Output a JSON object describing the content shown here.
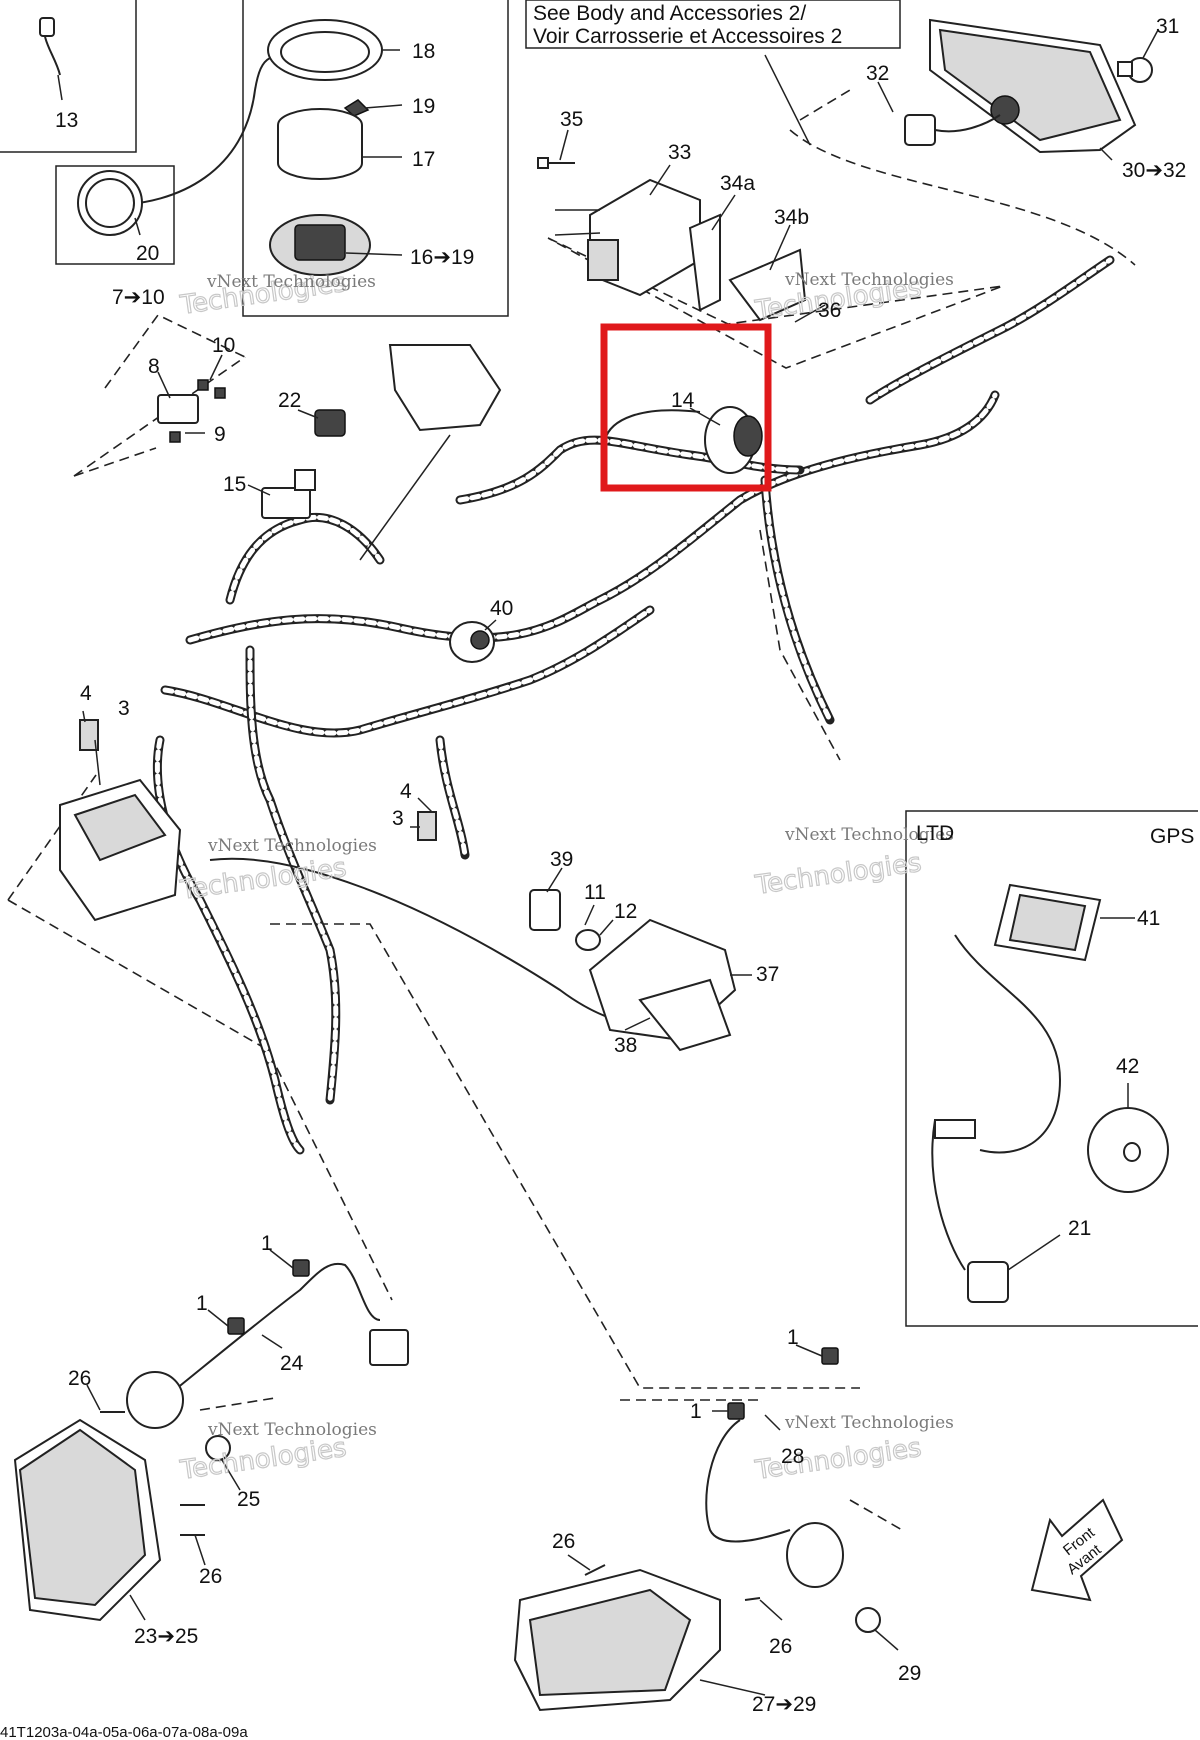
{
  "note": {
    "line1": "See Body and Accessories 2/",
    "line2": "Voir Carrosserie et Accessoires 2"
  },
  "inset": {
    "ltd": "LTD",
    "gps": "GPS"
  },
  "watermark": {
    "line1": "vNext Technologies",
    "line2": "Technologies"
  },
  "front_arrow": {
    "line1": "Front",
    "line2": "Avant"
  },
  "reference_code": "41T1203a-04a-05a-06a-07a-08a-09a",
  "callouts": [
    {
      "id": "c13",
      "text": "13"
    },
    {
      "id": "c18",
      "text": "18"
    },
    {
      "id": "c19",
      "text": "19"
    },
    {
      "id": "c17",
      "text": "17"
    },
    {
      "id": "c20",
      "text": "20"
    },
    {
      "id": "c16",
      "text": "16➔19"
    },
    {
      "id": "c31",
      "text": "31"
    },
    {
      "id": "c32",
      "text": "32"
    },
    {
      "id": "c30",
      "text": "30➔32"
    },
    {
      "id": "c35",
      "text": "35"
    },
    {
      "id": "c33",
      "text": "33"
    },
    {
      "id": "c34a",
      "text": "34a"
    },
    {
      "id": "c34b",
      "text": "34b"
    },
    {
      "id": "c36",
      "text": "36"
    },
    {
      "id": "c7",
      "text": "7➔10"
    },
    {
      "id": "c10",
      "text": "10"
    },
    {
      "id": "c8",
      "text": "8"
    },
    {
      "id": "c9",
      "text": "9"
    },
    {
      "id": "c22",
      "text": "22"
    },
    {
      "id": "c15",
      "text": "15"
    },
    {
      "id": "c14",
      "text": "14"
    },
    {
      "id": "c40",
      "text": "40"
    },
    {
      "id": "c4a",
      "text": "4"
    },
    {
      "id": "c3a",
      "text": "3"
    },
    {
      "id": "c4b",
      "text": "4"
    },
    {
      "id": "c3b",
      "text": "3"
    },
    {
      "id": "c39",
      "text": "39"
    },
    {
      "id": "c11",
      "text": "11"
    },
    {
      "id": "c12",
      "text": "12"
    },
    {
      "id": "c37",
      "text": "37"
    },
    {
      "id": "c38",
      "text": "38"
    },
    {
      "id": "c41",
      "text": "41"
    },
    {
      "id": "c42",
      "text": "42"
    },
    {
      "id": "c21",
      "text": "21"
    },
    {
      "id": "c1a",
      "text": "1"
    },
    {
      "id": "c1b",
      "text": "1"
    },
    {
      "id": "c24",
      "text": "24"
    },
    {
      "id": "c26a",
      "text": "26"
    },
    {
      "id": "c25",
      "text": "25"
    },
    {
      "id": "c26b",
      "text": "26"
    },
    {
      "id": "c23",
      "text": "23➔25"
    },
    {
      "id": "c1c",
      "text": "1"
    },
    {
      "id": "c1d",
      "text": "1"
    },
    {
      "id": "c28",
      "text": "28"
    },
    {
      "id": "c26c",
      "text": "26"
    },
    {
      "id": "c26d",
      "text": "26"
    },
    {
      "id": "c29",
      "text": "29"
    },
    {
      "id": "c27",
      "text": "27➔29"
    }
  ],
  "highlight": {
    "part": "14",
    "color": "#e0191b"
  }
}
